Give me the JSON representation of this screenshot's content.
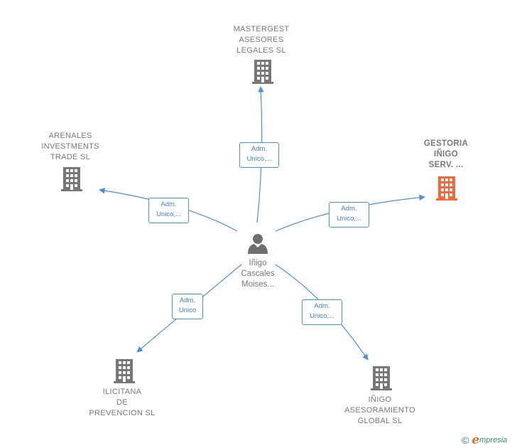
{
  "colors": {
    "edge": "#4a8fd6",
    "building_default": "#777777",
    "building_highlight": "#f26a3b",
    "person": "#6e6e6e"
  },
  "center": {
    "icon": "person-icon",
    "name_lines": [
      "Iñigo",
      "Cascales",
      "Moises..."
    ]
  },
  "companies": [
    {
      "id": "mastergest",
      "lines": [
        "MASTERGEST",
        "ASESORES",
        "LEGALES  SL"
      ],
      "icon": "building-icon",
      "highlight": false
    },
    {
      "id": "arenales",
      "lines": [
        "ARENALES",
        "INVESTMENTS",
        "TRADE  SL"
      ],
      "icon": "building-icon",
      "highlight": false
    },
    {
      "id": "gestoria",
      "lines": [
        "GESTORIA",
        "IÑIGO",
        "SERV. ..."
      ],
      "icon": "building-icon",
      "highlight": true
    },
    {
      "id": "ilicitana",
      "lines": [
        "ILICITANA",
        "DE",
        "PREVENCION SL"
      ],
      "icon": "building-icon",
      "highlight": false
    },
    {
      "id": "inigo-asesoramiento",
      "lines": [
        "IÑIGO",
        "ASESORAMIENTO",
        "GLOBAL  SL"
      ],
      "icon": "building-icon",
      "highlight": false
    }
  ],
  "relations": [
    {
      "to": "mastergest",
      "lines": [
        "Adm.",
        "Unico,..."
      ]
    },
    {
      "to": "arenales",
      "lines": [
        "Adm.",
        "Unico,..."
      ]
    },
    {
      "to": "gestoria",
      "lines": [
        "Adm.",
        "Unico,..."
      ]
    },
    {
      "to": "ilicitana",
      "lines": [
        "Adm.",
        "Unico"
      ]
    },
    {
      "to": "inigo-asesoramiento",
      "lines": [
        "Adm.",
        "Unico,..."
      ]
    }
  ],
  "footer": {
    "copyright_symbol": "©",
    "brand_initial": "e",
    "brand_rest": "mpresia"
  }
}
